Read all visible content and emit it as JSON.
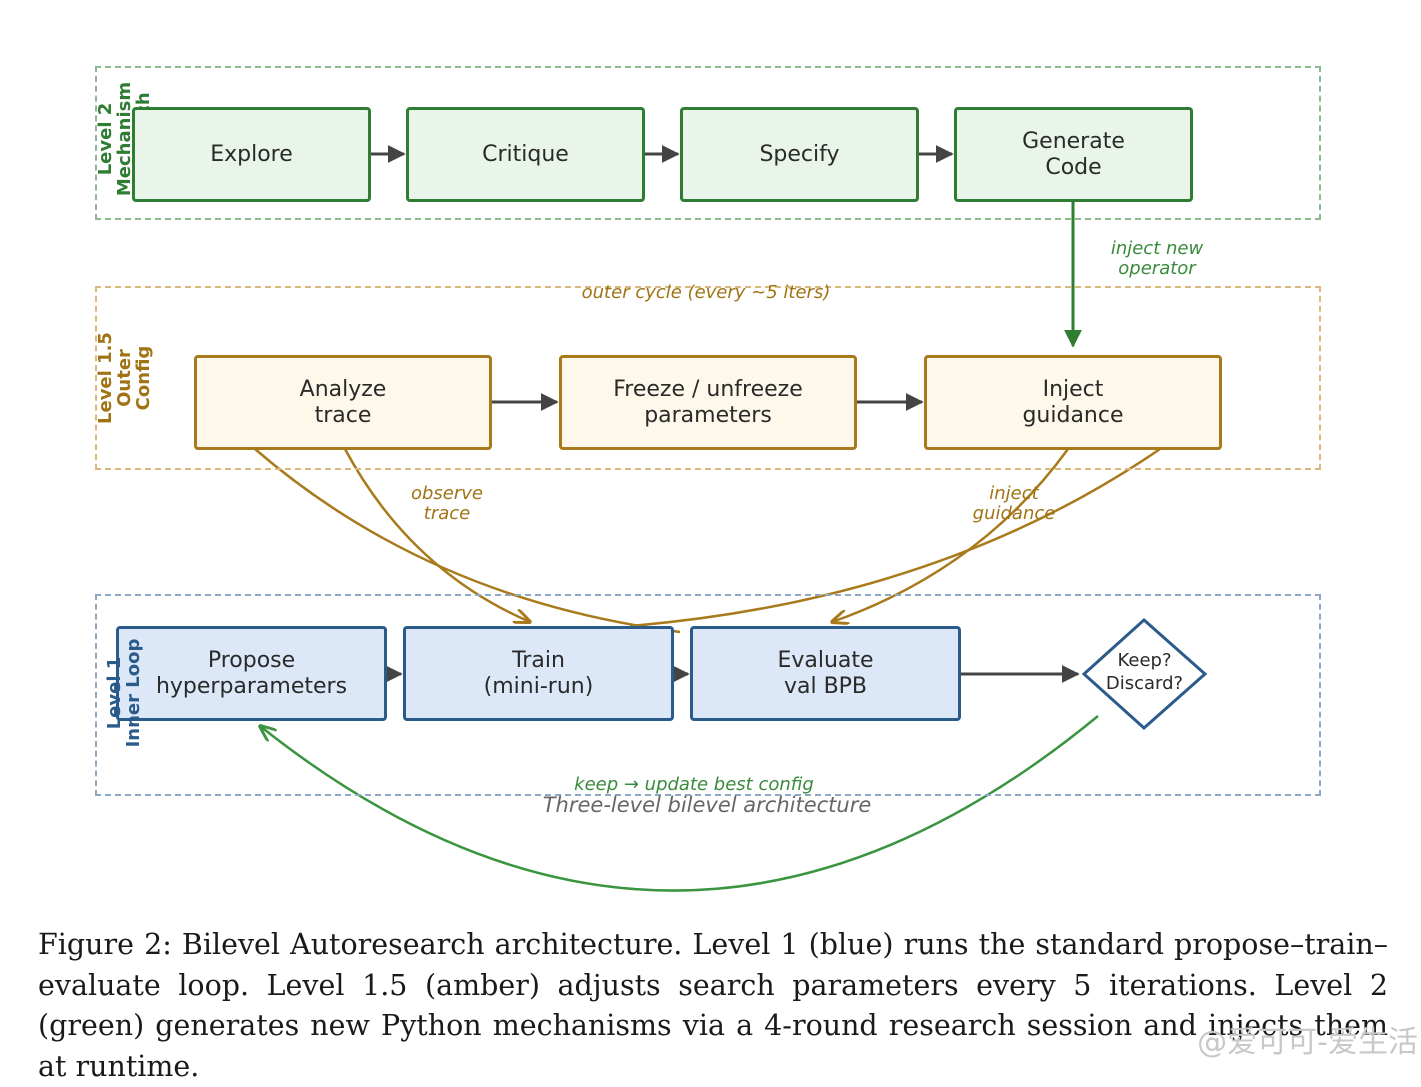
{
  "level2": {
    "label_lines": [
      "Level 2",
      "Mechanism",
      "Research"
    ],
    "boxes": [
      {
        "lines": [
          "Explore"
        ]
      },
      {
        "lines": [
          "Critique"
        ]
      },
      {
        "lines": [
          "Specify"
        ]
      },
      {
        "lines": [
          "Generate",
          "Code"
        ]
      }
    ],
    "edge_label": [
      "inject new",
      "operator"
    ]
  },
  "level15": {
    "label_lines": [
      "Level 1.5",
      "Outer",
      "Config"
    ],
    "title": "outer cycle (every ~5 iters)",
    "boxes": [
      {
        "lines": [
          "Analyze",
          "trace"
        ]
      },
      {
        "lines": [
          "Freeze / unfreeze",
          "parameters"
        ]
      },
      {
        "lines": [
          "Inject",
          "guidance"
        ]
      }
    ],
    "observe_label": [
      "observe",
      "trace"
    ],
    "inject_label": [
      "inject",
      "guidance"
    ]
  },
  "level1": {
    "label_lines": [
      "Level 1",
      "Inner Loop"
    ],
    "boxes": [
      {
        "lines": [
          "Propose",
          "hyperparameters"
        ]
      },
      {
        "lines": [
          "Train",
          "(mini-run)"
        ]
      },
      {
        "lines": [
          "Evaluate",
          "val BPB"
        ]
      }
    ],
    "decision": [
      "Keep?",
      "Discard?"
    ],
    "keep_label": "keep → update best config"
  },
  "diagram_title": "Three-level bilevel architecture",
  "caption": "Figure 2: Bilevel Autoresearch architecture. Level 1 (blue) runs the standard propose–train–evaluate loop. Level 1.5 (amber) adjusts search parameters every 5 iterations. Level 2 (green) generates new Python mechanisms via a 4-round research session and injects them at runtime.",
  "watermark": "@爱可可-爱生活",
  "colors": {
    "green": "#2f7d32",
    "green_fill": "#eaf5e9",
    "green_dash": "#8db98e",
    "amber": "#a97a1c",
    "amber_fill": "#fef8ea",
    "amber_dash": "#d9b87a",
    "blue": "#2b5b8a",
    "blue_fill": "#dce7f7",
    "blue_dash": "#8ea8c4",
    "arrow": "#444444",
    "loop_green": "#3a9440",
    "label_amber": "#a07315",
    "label_green": "#3a8a3e",
    "title_gray": "#666666"
  }
}
